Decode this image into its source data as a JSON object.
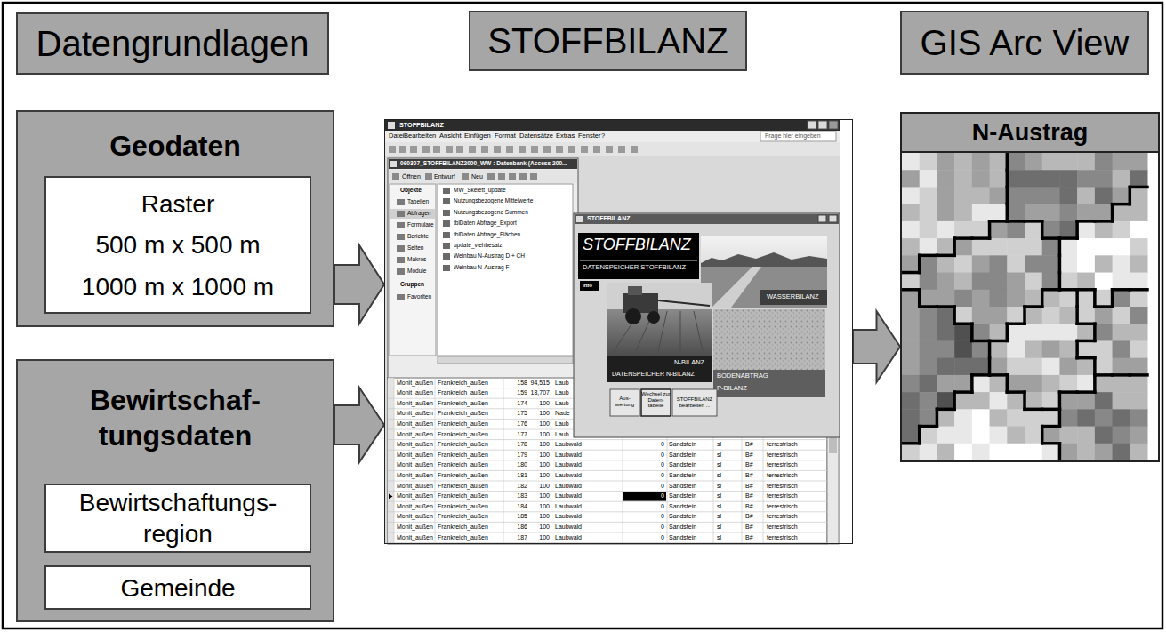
{
  "diagram": {
    "nodes": [
      {
        "text": [
          "Datengrundlagen"
        ]
      },
      {
        "text": [
          "STOFFBILANZ"
        ]
      },
      {
        "text": [
          "GIS Arc View"
        ]
      },
      {
        "text": [
          "Geodaten"
        ]
      },
      {
        "text": [
          "Raster",
          "500 m x 500 m",
          "1000 m x 1000 m"
        ],
        "in": 3
      },
      {
        "text": [
          "Bewirtschaf- tungsdaten"
        ]
      },
      {
        "text": [
          "Bewirtschaftungs- region"
        ],
        "in": 5
      },
      {
        "text": [
          "Gemeinde"
        ],
        "in": 5
      },
      {
        "text": [
          "STOFFBILANZ"
        ]
      },
      {
        "text": [
          "N-Austrag"
        ]
      }
    ],
    "edges": [
      {
        "from": 3,
        "to": 8,
        "arrow": "to"
      },
      {
        "from": 5,
        "to": 8,
        "arrow": "to"
      },
      {
        "from": 8,
        "to": 9,
        "arrow": "to"
      }
    ],
    "labels": [
      "Datei",
      "Bearbeiten",
      "Ansicht",
      "Einfügen",
      "Format",
      "Datensätze",
      "Extras",
      "Fenster",
      "?",
      "Frage hier eingeben",
      "060307_STOFFBILANZ2000_WW : Datenbank (Access 200...",
      "Öffnen",
      "Entwurf",
      "Neu",
      "Objekte",
      "Tabellen",
      "Abfragen",
      "Formulare",
      "Berichte",
      "Seiten",
      "Makros",
      "Module",
      "Gruppen",
      "Favoriten",
      "MW_Skelett_update",
      "Nutzungsbezogene Mittelwerte",
      "Nutzungsbezogene Summen",
      "tblDaten Abfrage_Export",
      "tblDaten Abfrage_Flächen",
      "update_viehbesatz",
      "Weinbau N-Austrag D + CH",
      "Weinbau N-Austrag F",
      "STOFFBILANZ",
      "STOFFBILANZ",
      "DATENSPEICHER STOFFBILANZ",
      "Info",
      "WASSERBILANZ",
      "N-BILANZ",
      "DATENSPEICHER N-BILANZ",
      "BODENABTRAG",
      "P-BILANZ",
      "Aus- wertung",
      "Wechsel zur Daten- tabelle",
      "STOFFBILANZ bearbeiten ...",
      "Monit_außen",
      "Frankreich_außen",
      "158",
      "94,515",
      "Laub",
      "Monit_außen",
      "Frankreich_außen",
      "159",
      "18,707",
      "Laub",
      "Monit_außen",
      "Frankreich_außen",
      "174",
      "100",
      "Laub",
      "Monit_außen",
      "Frankreich_außen",
      "175",
      "100",
      "Nade",
      "Monit_außen",
      "Frankreich_außen",
      "176",
      "100",
      "Laub",
      "Monit_außen",
      "Frankreich_außen",
      "177",
      "100",
      "Laub",
      "Monit_außen",
      "Frankreich_außen",
      "178",
      "100",
      "Laubwald",
      "0",
      "Sandstein",
      "sl",
      "B#",
      "terrestrisch",
      "Monit_außen",
      "Frankreich_außen",
      "179",
      "100",
      "Laubwald",
      "0",
      "Sandstein",
      "sl",
      "B#",
      "terrestrisch",
      "Monit_außen",
      "Frankreich_außen",
      "180",
      "100",
      "Laubwald",
      "0",
      "Sandstein",
      "sl",
      "B#",
      "terrestrisch",
      "Monit_außen",
      "Frankreich_außen",
      "181",
      "100",
      "Laubwald",
      "0",
      "Sandstein",
      "sl",
      "B#",
      "terrestrisch",
      "Monit_außen",
      "Frankreich_außen",
      "182",
      "100",
      "Laubwald",
      "0",
      "Sandstein",
      "sl",
      "B#",
      "terrestrisch",
      "Monit_außen",
      "Frankreich_außen",
      "183",
      "100",
      "Laubwald",
      "0",
      "Sandstein",
      "sl",
      "B#",
      "terrestrisch",
      "Monit_außen",
      "Frankreich_außen",
      "184",
      "100",
      "Laubwald",
      "0",
      "Sandstein",
      "sl",
      "B#",
      "terrestrisch",
      "Monit_außen",
      "Frankreich_außen",
      "185",
      "100",
      "Laubwald",
      "0",
      "Sandstein",
      "sl",
      "B#",
      "terrestrisch",
      "Monit_außen",
      "Frankreich_außen",
      "186",
      "100",
      "Laubwald",
      "0",
      "Sandstein",
      "sl",
      "B#",
      "terrestrisch",
      "Monit_außen",
      "Frankreich_außen",
      "187",
      "100",
      "Laubwald",
      "0",
      "Sandstein",
      "sl",
      "B#",
      "terrestrisch"
    ]
  }
}
